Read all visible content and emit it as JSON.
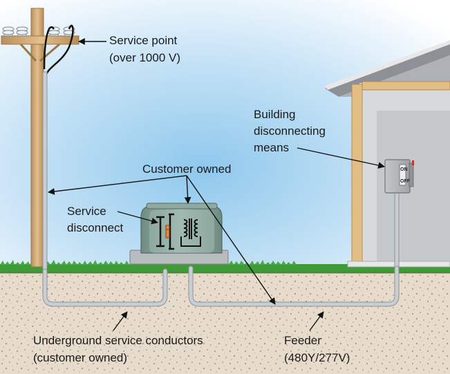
{
  "labels": {
    "service_point": [
      "Service point",
      "(over 1000 V)"
    ],
    "building_disconnect": [
      "Building",
      "disconnecting",
      "means"
    ],
    "customer_owned": "Customer owned",
    "service_disconnect": [
      "Service",
      "disconnect"
    ],
    "underground": [
      "Underground service conductors",
      "(customer owned)"
    ],
    "feeder": [
      "Feeder",
      "(480Y/277V)"
    ]
  },
  "switch": {
    "on_label": "ON",
    "off_label": "OFF"
  },
  "colors": {
    "sky": "#8fc8ec",
    "grass": "#3f9a3a",
    "soil": "#e3d6c3",
    "pole": "#d9b483",
    "conduit": "#c9ced2",
    "building_wall": "#d7d9dc",
    "wood_frame": "#e2bd84",
    "roof": "#9a9da1"
  }
}
